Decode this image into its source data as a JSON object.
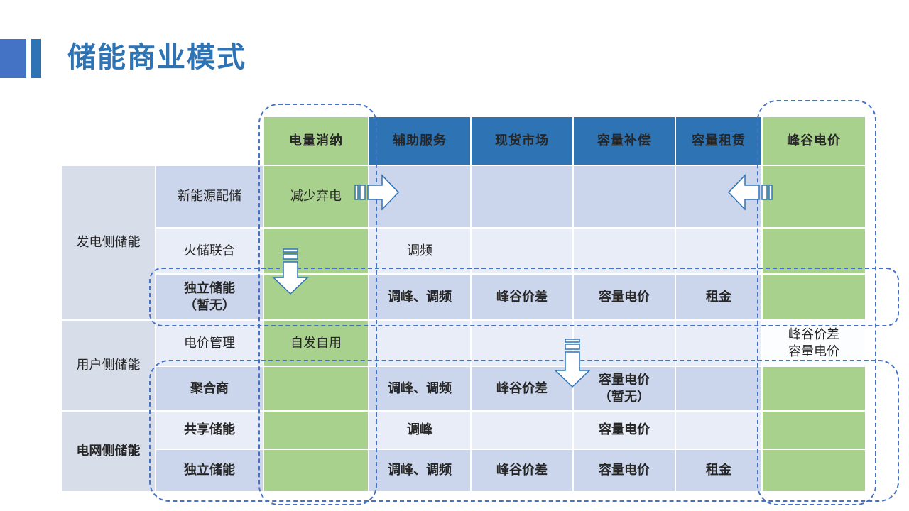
{
  "slide": {
    "title": "储能商业模式"
  },
  "table": {
    "column_headers": [
      {
        "label": "电量消纳",
        "style": "green"
      },
      {
        "label": "辅助服务",
        "style": "blue"
      },
      {
        "label": "现货市场",
        "style": "blue"
      },
      {
        "label": "容量补偿",
        "style": "blue"
      },
      {
        "label": "容量租赁",
        "style": "blue"
      },
      {
        "label": "峰谷电价",
        "style": "green"
      }
    ],
    "row_groups": [
      {
        "label": "发电侧储能"
      },
      {
        "label": "用户侧储能"
      },
      {
        "label": "电网侧储能"
      }
    ],
    "rows": [
      {
        "category": "新能源配储",
        "cells": [
          "减少弃电",
          "",
          "",
          "",
          "",
          ""
        ]
      },
      {
        "category": "火储联合",
        "cells": [
          "",
          "调频",
          "",
          "",
          "",
          ""
        ]
      },
      {
        "category": "独立储能\n（暂无）",
        "cells": [
          "",
          "调峰、调频",
          "峰谷价差",
          "容量电价",
          "租金",
          ""
        ]
      },
      {
        "category": "电价管理",
        "cells": [
          "自发自用",
          "",
          "",
          "",
          "",
          "峰谷价差\n容量电价"
        ]
      },
      {
        "category": "聚合商",
        "cells": [
          "",
          "调峰、调频",
          "峰谷价差",
          "容量电价\n（暂无）",
          "",
          ""
        ]
      },
      {
        "category": "共享储能",
        "cells": [
          "",
          "调峰",
          "",
          "容量电价",
          "",
          ""
        ]
      },
      {
        "category": "独立储能",
        "cells": [
          "",
          "调峰、调频",
          "峰谷价差",
          "容量电价",
          "租金",
          ""
        ]
      }
    ]
  },
  "annotations": {
    "arrows": [
      {
        "name": "striped-arrow-right",
        "direction": "right"
      },
      {
        "name": "striped-arrow-left",
        "direction": "left"
      },
      {
        "name": "striped-arrow-down-generation",
        "direction": "down"
      },
      {
        "name": "striped-arrow-down-user",
        "direction": "down"
      }
    ],
    "highlight_boxes": [
      "电量消纳-column",
      "峰谷电价-column",
      "发电侧-独立储能-row",
      "聚合商-共享储能-独立储能-rows"
    ]
  },
  "colors": {
    "title_blue": "#2E74B5",
    "header_blue": "#2E74B5",
    "green": "#A9D18E",
    "row_dark": "#CBD5EB",
    "row_light": "#E9EDF7",
    "group_fill": "#D7DDE9",
    "dashed_outline": "#4472C4",
    "accent_bar": "#4472C4"
  }
}
